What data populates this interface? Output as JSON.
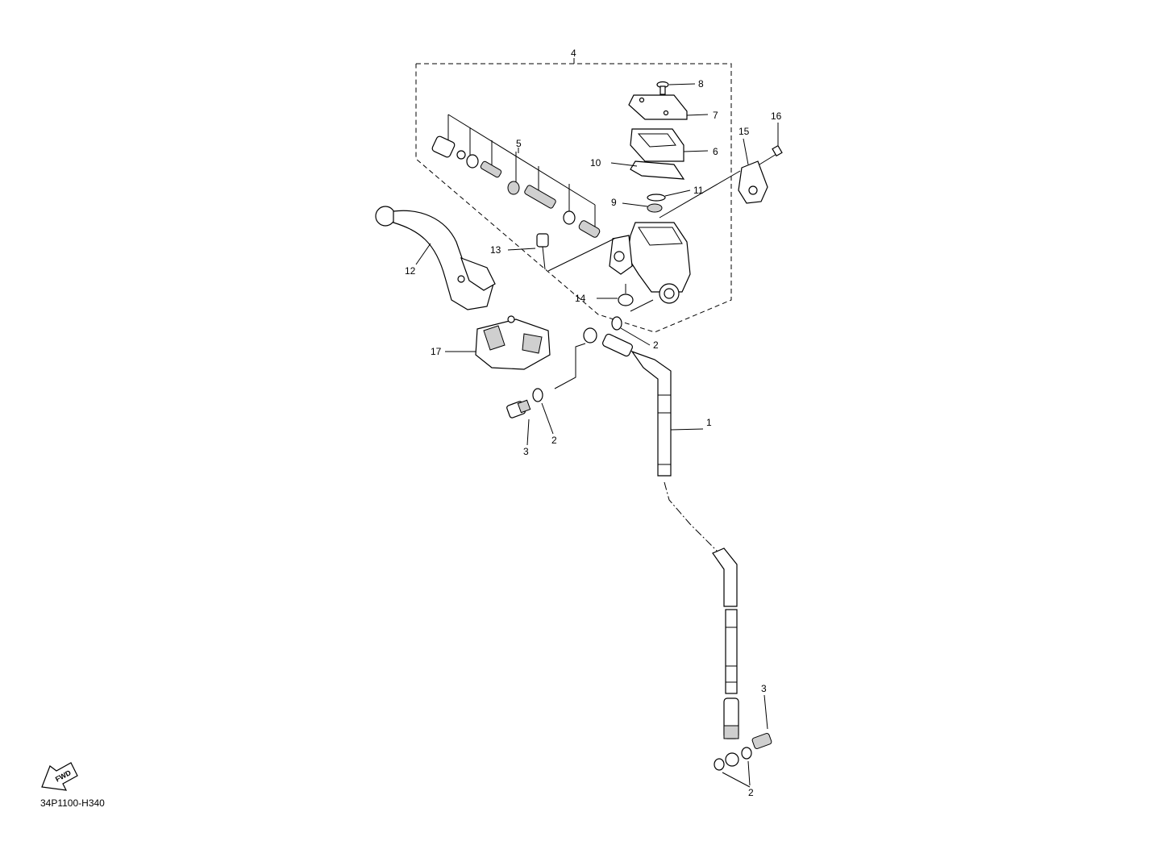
{
  "diagram_code": "34P1100-H340",
  "fwd_label": "FWD",
  "callouts": {
    "c1": "1",
    "c2a": "2",
    "c2b": "2",
    "c2c": "2",
    "c3a": "3",
    "c3b": "3",
    "c4": "4",
    "c5": "5",
    "c6": "6",
    "c7": "7",
    "c8": "8",
    "c9": "9",
    "c10": "10",
    "c11": "11",
    "c12": "12",
    "c13": "13",
    "c14": "14",
    "c15": "15",
    "c16": "16",
    "c17": "17"
  }
}
